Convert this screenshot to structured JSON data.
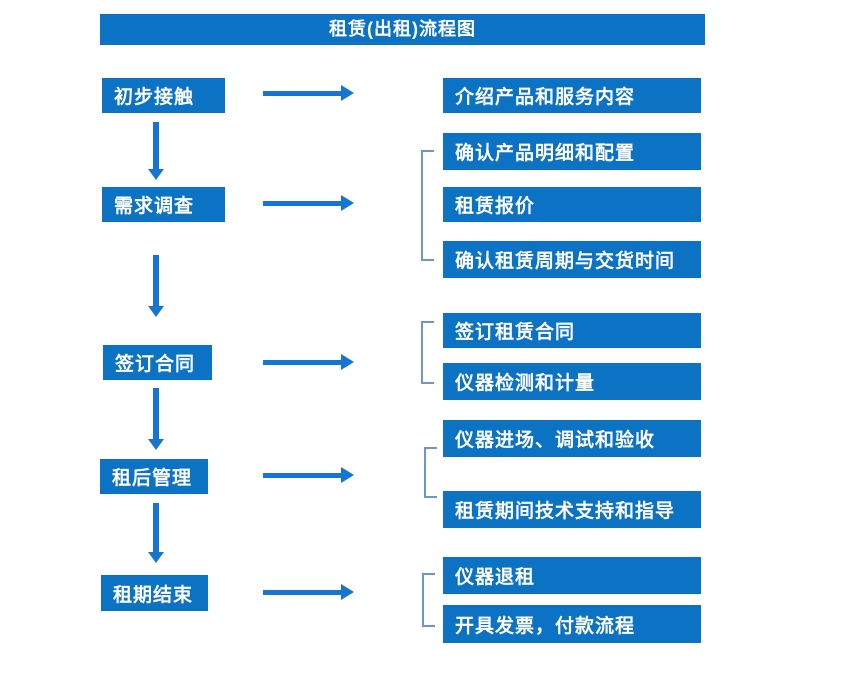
{
  "title": "租赁(出租)流程图",
  "colors": {
    "box": "#0b72c4",
    "arrow": "#1775d2",
    "bracket": "#6d96cc",
    "text": "#ffffff"
  },
  "stages": [
    {
      "label": "初步接触"
    },
    {
      "label": "需求调查"
    },
    {
      "label": "签订合同"
    },
    {
      "label": "租后管理"
    },
    {
      "label": "租期结束"
    }
  ],
  "details": [
    {
      "label": "介绍产品和服务内容"
    },
    {
      "label": "确认产品明细和配置"
    },
    {
      "label": "租赁报价"
    },
    {
      "label": "确认租赁周期与交货时间"
    },
    {
      "label": "签订租赁合同"
    },
    {
      "label": "仪器检测和计量"
    },
    {
      "label": "仪器进场、调试和验收"
    },
    {
      "label": "租赁期间技术支持和指导"
    },
    {
      "label": "仪器退租"
    },
    {
      "label": "开具发票，付款流程"
    }
  ]
}
